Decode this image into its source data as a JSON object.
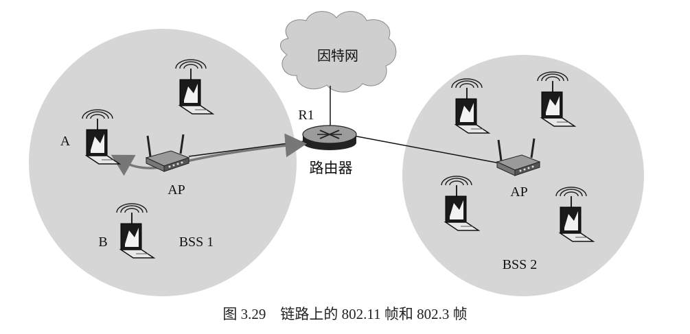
{
  "labels": {
    "internet": "因特网",
    "r1": "R1",
    "router": "路由器",
    "host_a": "A",
    "host_b": "B",
    "ap_left": "AP",
    "ap_right": "AP",
    "bss1": "BSS 1",
    "bss2": "BSS 2"
  },
  "caption": "图 3.29　链路上的 802.11 帧和 802.3 帧",
  "colors": {
    "bss_fill": "#d6d6d6",
    "cloud_fill": "#cfcfcf",
    "arrow": "#777777",
    "device_dark": "#1a1a1a"
  }
}
